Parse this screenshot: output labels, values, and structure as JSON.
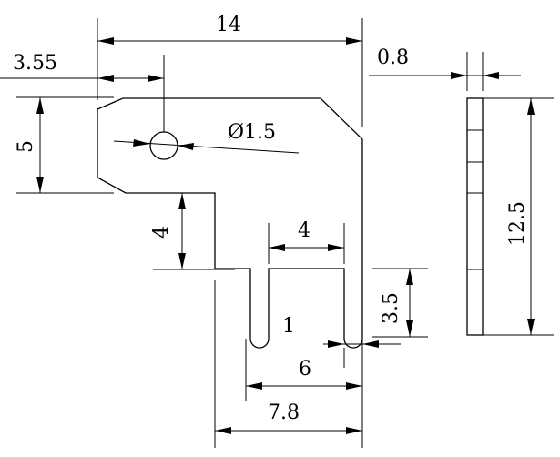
{
  "drawing": {
    "dimensions": {
      "overall_width": "14",
      "hole_offset": "3.55",
      "thickness": "0.8",
      "head_height": "5",
      "hole_diameter": "Ø1.5",
      "neck_height": "4",
      "slot_spacing": "4",
      "slot_width": "1",
      "slot_depth": "3.5",
      "total_height": "12.5",
      "tab_width": "6",
      "base_width": "7.8"
    }
  }
}
